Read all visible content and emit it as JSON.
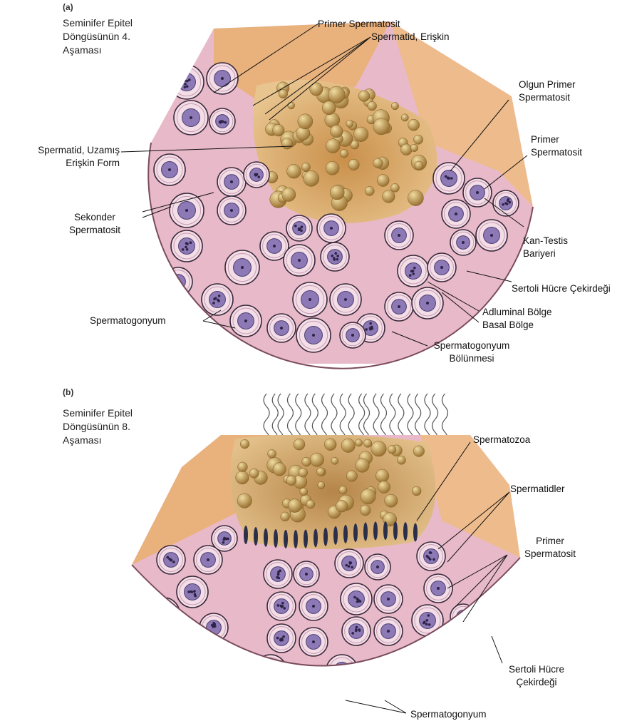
{
  "panel_a": {
    "label": "(a)",
    "stage": "Seminifer Epitel\nDöngüsünün 4.\nAşaması",
    "labels": {
      "primer_spermatosit_top": "Primer Spermatosit",
      "spermatid_eriskin": "Spermatid, Erişkin",
      "olgun_primer": "Olgun Primer\nSpermatosit",
      "primer_spermatosit_right": "Primer\nSpermatosit",
      "spermatid_uzamis": "Spermatid, Uzamış\nErişkin Form",
      "sekonder": "Sekonder\nSpermatosit",
      "kan_testis": "Kan-Testis\nBariyeri",
      "sertoli": "Sertoli Hücre Çekirdeği",
      "adluminal": "Adluminal Bölge",
      "basal": "Basal Bölge",
      "spermatogonyum": "Spermatogonyum",
      "spermatogonyum_bolunmesi": "Spermatogonyum\nBölünmesi"
    }
  },
  "panel_b": {
    "label": "(b)",
    "stage": "Seminifer Epitel\nDöngüsünün 8.\nAşaması",
    "labels": {
      "spermatozoa": "Spermatozoa",
      "spermatidler": "Spermatidler",
      "primer_spermatosit": "Primer\nSpermatosit",
      "sertoli": "Sertoli Hücre\nÇekirdeği",
      "spermatogonyum": "Spermatogonyum"
    }
  },
  "colors": {
    "tissue_pink": "#e8b9c9",
    "cell_membrane": "#f2dce6",
    "nucleus": "#8d79b5",
    "sertoli_nucleus": "#5a4a85",
    "lumen_tan": "#d8b27a",
    "interstitial": "#e9b17c",
    "sperm_head": "#2b2f4a"
  }
}
